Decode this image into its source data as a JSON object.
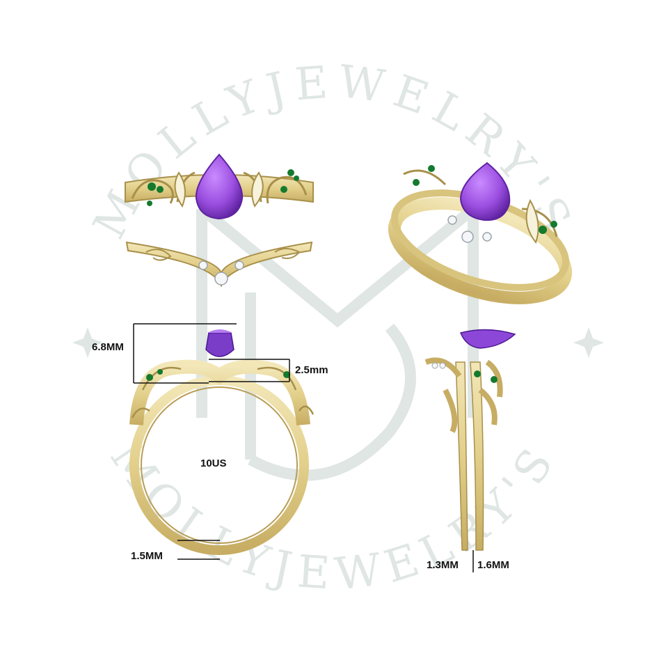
{
  "watermark": {
    "arc_top": "MOLLYJEWELRY'S",
    "arc_bottom": "MOLLYJEWELRY'S",
    "monogram": "M",
    "color": "#dfe6e3"
  },
  "dimensions": {
    "height_label": "6.8MM",
    "stone_label": "2.5mm",
    "size_label": "10US",
    "band_width_label": "1.5MM",
    "band1_label": "1.3MM",
    "band2_label": "1.6MM"
  },
  "colors": {
    "gold": "#e8d9a0",
    "gold_dark": "#b89d55",
    "amethyst": "#9b4fe0",
    "amethyst_dark": "#6a2db0",
    "emerald": "#147a2e",
    "diamond": "#f4f6f8"
  }
}
